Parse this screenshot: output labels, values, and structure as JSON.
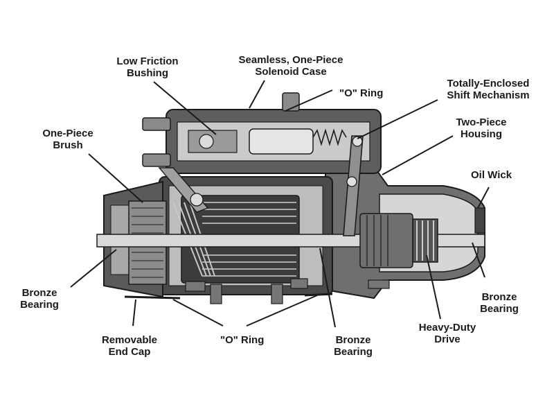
{
  "colors": {
    "ink": "#1a1a1a",
    "metal_dark": "#3b3b3b",
    "metal_mid": "#7a7a7a",
    "metal_light": "#cfcfcf",
    "background": "#ffffff"
  },
  "labels": {
    "low_friction_bushing": [
      "Low Friction",
      "Bushing"
    ],
    "solenoid_case": [
      "Seamless, One-Piece",
      "Solenoid Case"
    ],
    "o_ring_top": "\"O\" Ring",
    "shift_mechanism": [
      "Totally-Enclosed",
      "Shift Mechanism"
    ],
    "two_piece_housing": [
      "Two-Piece",
      "Housing"
    ],
    "oil_wick": "Oil Wick",
    "one_piece_brush": [
      "One-Piece",
      "Brush"
    ],
    "bronze_bearing_left": [
      "Bronze",
      "Bearing"
    ],
    "bronze_bearing_right": [
      "Bronze",
      "Bearing"
    ],
    "removable_end_cap": [
      "Removable",
      "End Cap"
    ],
    "o_ring_bottom": "\"O\" Ring",
    "bronze_bearing_bottom": [
      "Bronze",
      "Bearing"
    ],
    "heavy_duty_drive": [
      "Heavy-Duty",
      "Drive"
    ]
  }
}
